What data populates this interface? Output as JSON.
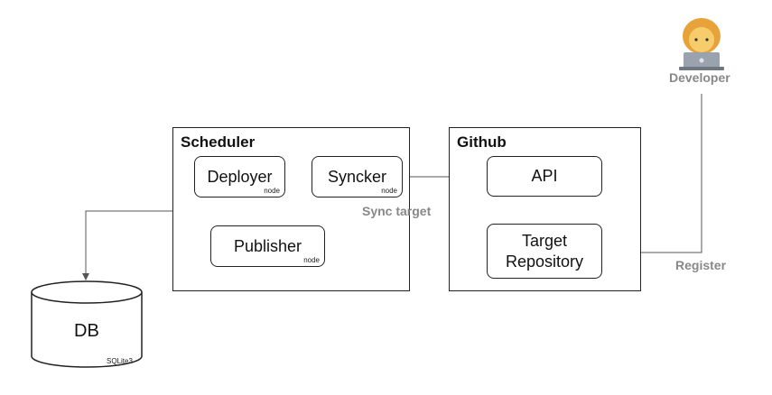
{
  "groups": {
    "scheduler": {
      "title": "Scheduler"
    },
    "github": {
      "title": "Github"
    }
  },
  "nodes": {
    "deployer": {
      "label": "Deployer",
      "tag": "node"
    },
    "syncker": {
      "label": "Syncker",
      "tag": "node"
    },
    "publisher": {
      "label": "Publisher",
      "tag": "node"
    },
    "api": {
      "label": "API"
    },
    "target_repository": {
      "label_line1": "Target",
      "label_line2": "Repository"
    }
  },
  "db": {
    "label": "DB",
    "tag": "SQLite3"
  },
  "actor": {
    "label": "Developer",
    "icon": "developer-icon"
  },
  "edges": {
    "sync_target": "Sync target",
    "register": "Register"
  }
}
